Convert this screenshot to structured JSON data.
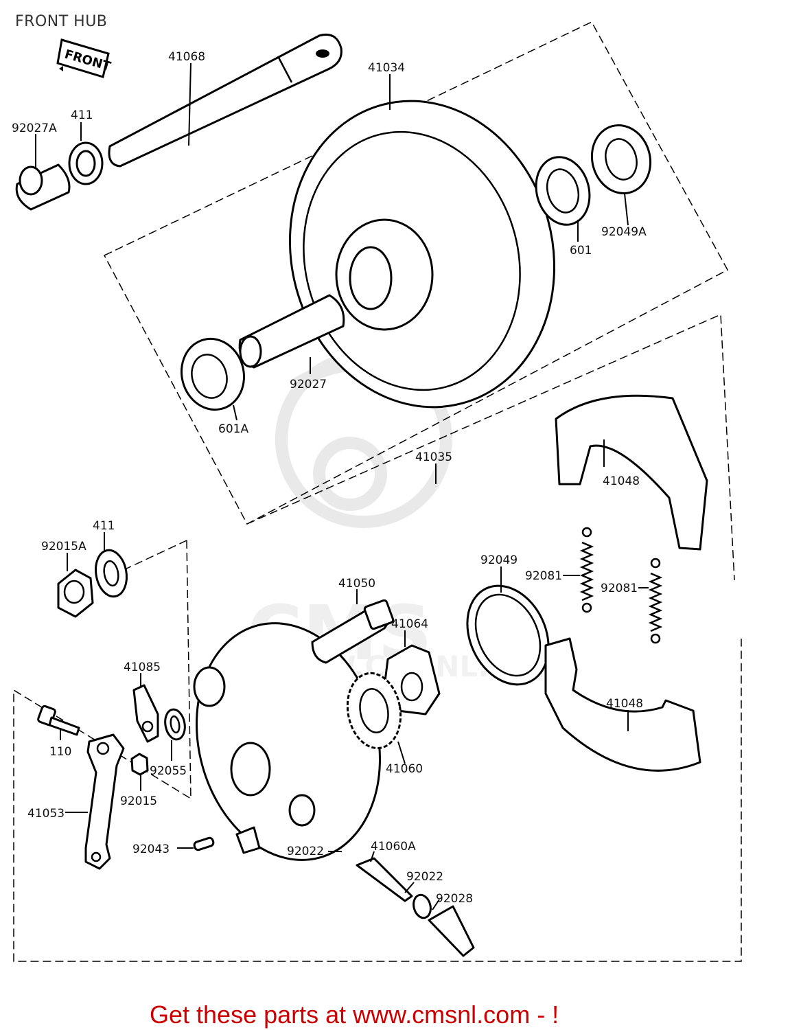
{
  "title": "FRONT HUB",
  "front_stamp": "FRONT",
  "footer": {
    "text": "Get these parts at www.cmsnl.com - !",
    "color": "#cc0000"
  },
  "parts": {
    "p41068": "41068",
    "p41034": "41034",
    "p411_top": "411",
    "p92027A": "92027A",
    "p601": "601",
    "p92049A": "92049A",
    "p92027": "92027",
    "p601A": "601A",
    "p41035": "41035",
    "p41048_top": "41048",
    "p411_mid": "411",
    "p92015A": "92015A",
    "p92049": "92049",
    "p92081_left": "92081",
    "p92081_right": "92081",
    "p41050": "41050",
    "p41064": "41064",
    "p41085": "41085",
    "p41048_bottom": "41048",
    "p110": "110",
    "p92055": "92055",
    "p41060": "41060",
    "p92015": "92015",
    "p41053": "41053",
    "p92043": "92043",
    "p92022_left": "92022",
    "p41060A": "41060A",
    "p92022_right": "92022",
    "p92028": "92028"
  }
}
